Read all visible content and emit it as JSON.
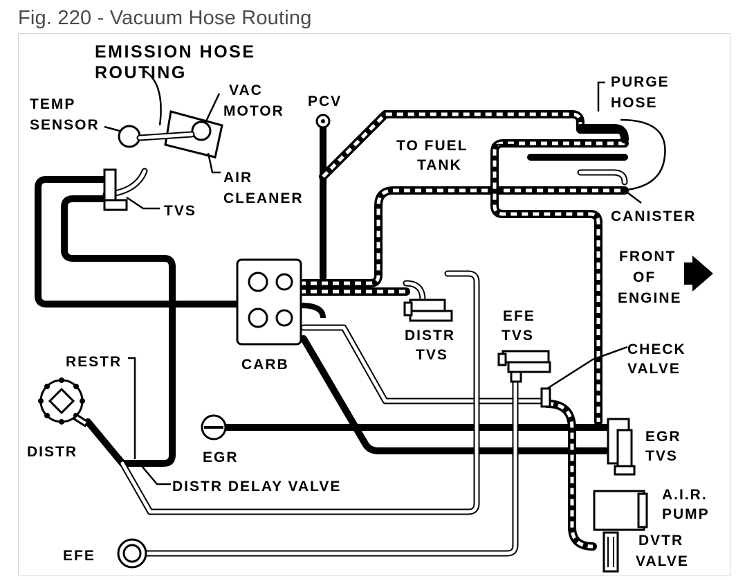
{
  "figure": {
    "caption": "Fig. 220 - Vacuum Hose Routing"
  },
  "diagram": {
    "title_line1": "EMISSION HOSE",
    "title_line2": "ROUTING",
    "labels": {
      "temp_sensor_1": "TEMP",
      "temp_sensor_2": "SENSOR",
      "vac_motor_1": "VAC",
      "vac_motor_2": "MOTOR",
      "pcv": "PCV",
      "purge_hose_1": "PURGE",
      "purge_hose_2": "HOSE",
      "to_fuel_tank_1": "TO FUEL",
      "to_fuel_tank_2": "TANK",
      "air_cleaner_1": "AIR",
      "air_cleaner_2": "CLEANER",
      "tvs": "TVS",
      "canister": "CANISTER",
      "front_of_engine_1": "FRONT",
      "front_of_engine_2": "OF",
      "front_of_engine_3": "ENGINE",
      "distr_tvs_1": "DISTR",
      "distr_tvs_2": "TVS",
      "efe_tvs_1": "EFE",
      "efe_tvs_2": "TVS",
      "check_valve_1": "CHECK",
      "check_valve_2": "VALVE",
      "restr": "RESTR",
      "carb": "CARB",
      "distr": "DISTR",
      "egr": "EGR",
      "egr_tvs_1": "EGR",
      "egr_tvs_2": "TVS",
      "distr_delay_valve": "DISTR DELAY VALVE",
      "air_pump_1": "A.I.R.",
      "air_pump_2": "PUMP",
      "dvtr_valve_1": "DVTR",
      "dvtr_valve_2": "VALVE",
      "efe": "EFE"
    }
  }
}
